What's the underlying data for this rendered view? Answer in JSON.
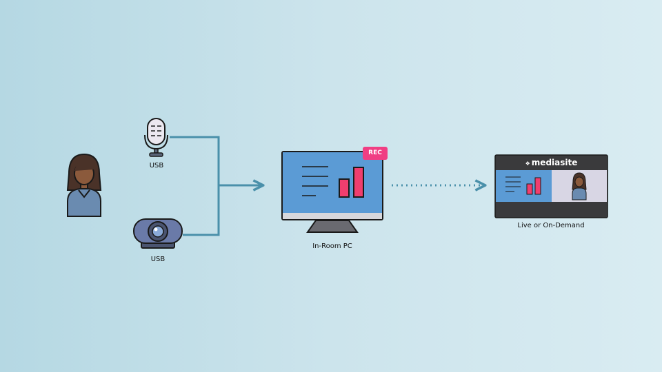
{
  "nodes": {
    "microphone": {
      "label": "USB"
    },
    "webcam": {
      "label": "USB"
    },
    "pc": {
      "label": "In-Room PC",
      "badge": "REC"
    },
    "mediasite": {
      "brand": "mediasite",
      "label": "Live or On-Demand"
    }
  },
  "colors": {
    "connector": "#4a90aa",
    "screen": "#5b9bd5",
    "bars": "#f03e6e",
    "rec": "#f03e83",
    "outline": "#1a1a1a"
  }
}
